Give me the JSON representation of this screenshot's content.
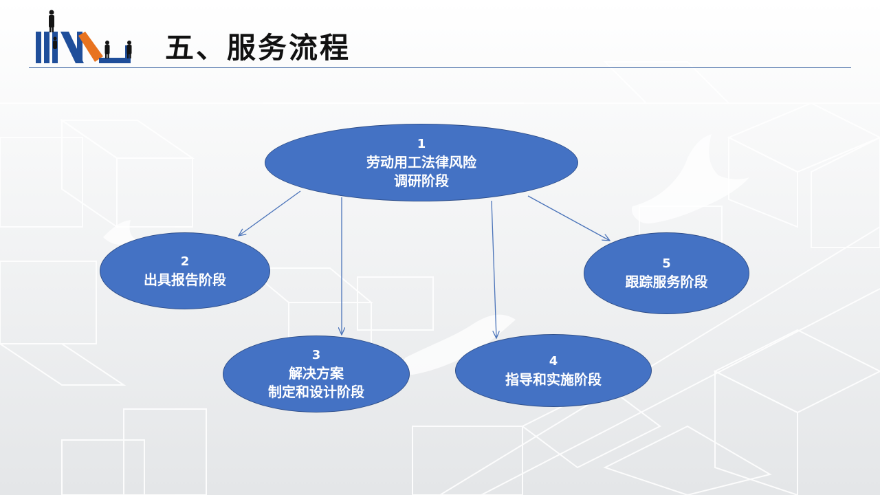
{
  "slide": {
    "title": "五、服务流程"
  },
  "colors": {
    "node_fill": "#4472c4",
    "node_border": "#2f4f8a",
    "arrow": "#4a73b9",
    "title_rule": "#4a6fa8",
    "logo_blue": "#1f4e9a",
    "logo_orange": "#e8731f"
  },
  "diagram": {
    "nodes": [
      {
        "id": "1",
        "number": "1",
        "lines": [
          "劳动用工法律风险",
          "调研阶段"
        ]
      },
      {
        "id": "2",
        "number": "2",
        "lines": [
          "出具报告阶段"
        ]
      },
      {
        "id": "3",
        "number": "3",
        "lines": [
          "解决方案",
          "制定和设计阶段"
        ]
      },
      {
        "id": "4",
        "number": "4",
        "lines": [
          "指导和实施阶段"
        ]
      },
      {
        "id": "5",
        "number": "5",
        "lines": [
          "跟踪服务阶段"
        ]
      }
    ],
    "edges": [
      {
        "from": "1",
        "to": "2"
      },
      {
        "from": "1",
        "to": "3"
      },
      {
        "from": "1",
        "to": "4"
      },
      {
        "from": "1",
        "to": "5"
      }
    ]
  }
}
